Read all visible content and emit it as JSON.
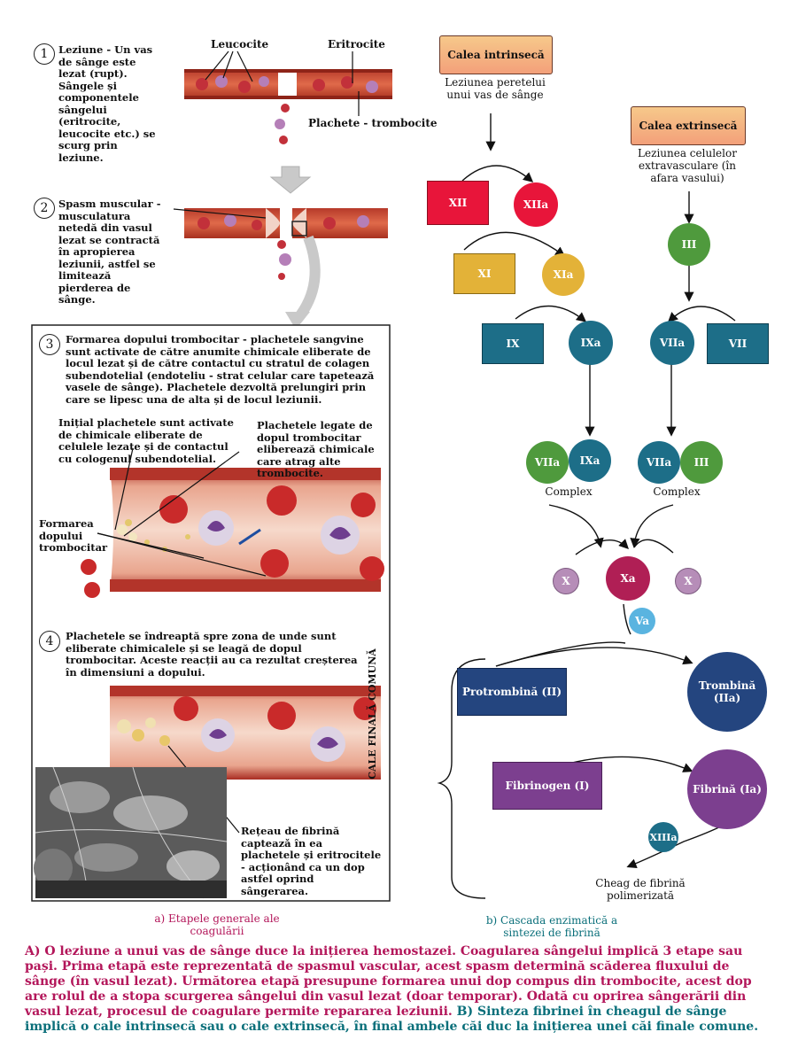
{
  "left": {
    "step1": {
      "num": "1",
      "text": "Leziune - Un vas de sânge este lezat (rupt). Sângele și componentele sângelui (eritrocite, leucocite etc.) se scurg prin leziune.",
      "label_leucocite": "Leucocite",
      "label_eritrocite": "Eritrocite",
      "label_plachete": "Plachete - trombocite"
    },
    "step2": {
      "num": "2",
      "text": "Spasm muscular - musculatura netedă din vasul lezat se contractă în apropierea leziunii, astfel se limitează pierderea de sânge."
    },
    "step3": {
      "num": "3",
      "text": "Formarea dopului trombocitar - plachetele sangvine sunt activate de către anumite chimicale eliberate de locul lezat și de către contactul cu stratul de colagen subendotelial (endoteliu - strat celular care tapetează vasele de sânge). Plachetele dezvoltă prelungiri prin care se lipesc una de alta și de locul leziunii.",
      "note_left": "Inițial plachetele sunt activate de chimicale eliberate de celulele lezate și de contactul cu cologenul subendotelial.",
      "note_right": "Plachetele legate de dopul trombocitar eliberează chimicale care atrag alte trombocite.",
      "label_plug": "Formarea dopului trombocitar"
    },
    "step4": {
      "num": "4",
      "text": "Plachetele se îndreaptă spre zona de unde sunt eliberate chimicalele și se leagă de dopul trombocitar. Aceste reacții au ca rezultat creșterea în dimensiuni a dopului.",
      "fibrin_note": "Rețeau de fibrină capteazǎ în ea plachetele și eritrocitele - acționând ca un dop astfel oprind sângerarea."
    },
    "caption": "a) Etapele generale ale coagulării"
  },
  "right": {
    "intrinsic": {
      "title": "Calea intrinsecă",
      "sub": "Leziunea peretelui unui vas de sânge"
    },
    "extrinsic": {
      "title": "Calea extrinsecă",
      "sub": "Leziunea celulelor extravasculare (în afara vasului)"
    },
    "factors": {
      "XII": "XII",
      "XIIa": "XIIa",
      "XI": "XI",
      "XIa": "XIa",
      "IX": "IX",
      "IXa": "IXa",
      "III": "III",
      "VIIa": "VIIa",
      "VII": "VII",
      "c1a": "VIIa",
      "c1b": "IXa",
      "c2a": "VIIa",
      "c2b": "III",
      "complex": "Complex",
      "X": "X",
      "Xa": "Xa",
      "Va": "Va",
      "protrombina": "Protrombină (II)",
      "trombina": "Trombină (IIa)",
      "fibrinogen": "Fibrinogen (I)",
      "fibrina": "Fibrină (Ia)",
      "XIIIa": "XIIIa",
      "cheag": "Cheag de fibrină polimerizată",
      "common": "CALE FINALĂ COMUNĂ"
    },
    "caption": "b) Cascada enzimatică a sintezei de fibrină"
  },
  "footer": {
    "partA": "A) O leziune a unui vas de sânge duce la inițierea hemostazei. Coagularea sângelui implică 3 etape sau pași. Prima etapă este reprezentată de spasmul vascular, acest spasm determină scăderea fluxului de sânge (în vasul lezat). Următorea etapă presupune formarea unui dop compus din trombocite, acest dop are rolul de a stopa scurgerea sângelui din vasul lezat (doar temporar). Odată cu oprirea sângerării din vasul lezat, procesul de coagulare permite repararea leziunii.",
    "partB": "B) Sinteza fibrinei în cheagul de sânge implică o cale intrinsecă sau o cale extrinsecă, în final ambele căi duc la inițierea unei căi finale comune."
  },
  "colors": {
    "red": "#e8153a",
    "yellow": "#e3b238",
    "blue": "#1d6e88",
    "green": "#4f9a3d",
    "mauve": "#b68db8",
    "crimson": "#b01f55",
    "lightblue": "#5ab4e0",
    "navy": "#24457f",
    "purple": "#7c3f8f"
  }
}
